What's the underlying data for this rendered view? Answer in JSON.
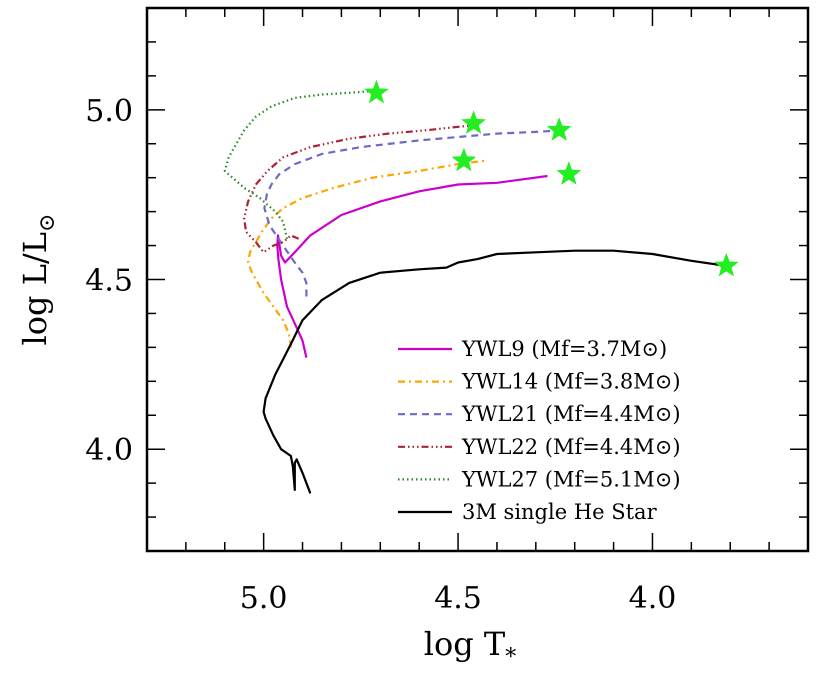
{
  "chart_data": {
    "type": "line",
    "xlabel": "log T",
    "xlabel_sub": "*",
    "ylabel": "log L/L",
    "ylabel_sub": "⊙",
    "xlim": [
      5.3,
      3.6
    ],
    "ylim": [
      3.7,
      5.3
    ],
    "x_ticks": [
      {
        "value": 5.0,
        "label": "5.0"
      },
      {
        "value": 4.5,
        "label": "4.5"
      },
      {
        "value": 4.0,
        "label": "4.0"
      }
    ],
    "y_ticks": [
      {
        "value": 4.0,
        "label": "4.0"
      },
      {
        "value": 4.5,
        "label": "4.5"
      },
      {
        "value": 5.0,
        "label": "5.0"
      }
    ],
    "x_minor_step": 0.1,
    "y_minor_step": 0.1,
    "grid": false,
    "legend_position": "bottom-right",
    "series": [
      {
        "name": "YWL9",
        "mass_label": "(Mf=3.7M⊙)",
        "color": "#cc00cc",
        "dash": "solid",
        "x": [
          4.89,
          4.9,
          4.92,
          4.94,
          4.955,
          4.962,
          4.965,
          4.963,
          4.955,
          4.945,
          4.92,
          4.88,
          4.8,
          4.7,
          4.6,
          4.5,
          4.4,
          4.27
        ],
        "y": [
          4.27,
          4.32,
          4.37,
          4.42,
          4.5,
          4.56,
          4.6,
          4.63,
          4.57,
          4.55,
          4.58,
          4.63,
          4.69,
          4.73,
          4.76,
          4.78,
          4.785,
          4.805
        ]
      },
      {
        "name": "YWL14",
        "mass_label": "(Mf=3.8M⊙)",
        "color": "#ffa500",
        "dash": "7 4 2 4",
        "x": [
          4.93,
          4.935,
          4.95,
          4.975,
          5.0,
          5.03,
          5.04,
          5.035,
          5.02,
          5.005,
          4.98,
          4.95,
          4.9,
          4.82,
          4.72,
          4.6,
          4.5,
          4.43
        ],
        "y": [
          4.3,
          4.34,
          4.38,
          4.42,
          4.46,
          4.52,
          4.55,
          4.58,
          4.61,
          4.64,
          4.68,
          4.71,
          4.74,
          4.77,
          4.8,
          4.82,
          4.84,
          4.85
        ]
      },
      {
        "name": "YWL21",
        "mass_label": "(Mf=4.4M⊙)",
        "color": "#6b6bc4",
        "dash": "7 5",
        "x": [
          4.89,
          4.89,
          4.9,
          4.92,
          4.95,
          4.985,
          4.998,
          4.992,
          4.98,
          4.96,
          4.92,
          4.85,
          4.75,
          4.6,
          4.5,
          4.4,
          4.3,
          4.23
        ],
        "y": [
          4.45,
          4.49,
          4.52,
          4.55,
          4.6,
          4.66,
          4.71,
          4.75,
          4.78,
          4.81,
          4.84,
          4.87,
          4.89,
          4.91,
          4.92,
          4.93,
          4.935,
          4.94
        ]
      },
      {
        "name": "YWL22",
        "mass_label": "(Mf=4.4M⊙)",
        "color": "#aa2233",
        "dash": "7 3 1.5 3 1.5 3 1.5 3",
        "x": [
          4.91,
          4.93,
          4.95,
          4.975,
          5.0,
          5.02,
          5.045,
          5.05,
          5.04,
          5.02,
          4.99,
          4.95,
          4.88,
          4.78,
          4.68,
          4.58,
          4.5,
          4.45
        ],
        "y": [
          4.62,
          4.63,
          4.61,
          4.6,
          4.58,
          4.61,
          4.64,
          4.68,
          4.73,
          4.78,
          4.82,
          4.86,
          4.89,
          4.915,
          4.93,
          4.94,
          4.95,
          4.955
        ]
      },
      {
        "name": "YWL27",
        "mass_label": "(Mf=5.1M⊙)",
        "color": "#228b22",
        "dash": "1.5 3",
        "x": [
          4.94,
          4.95,
          4.97,
          4.99,
          5.01,
          5.05,
          5.08,
          5.1,
          5.09,
          5.07,
          5.05,
          5.02,
          4.98,
          4.92,
          4.85,
          4.78,
          4.72
        ],
        "y": [
          4.62,
          4.67,
          4.7,
          4.72,
          4.74,
          4.77,
          4.8,
          4.82,
          4.86,
          4.9,
          4.94,
          4.98,
          5.01,
          5.035,
          5.045,
          5.05,
          5.055
        ]
      },
      {
        "name": "3M single He Star",
        "mass_label": "",
        "color": "#000000",
        "dash": "solid",
        "x": [
          4.88,
          4.9,
          4.915,
          4.92,
          4.92,
          4.925,
          4.93,
          4.955,
          4.975,
          4.995,
          5.0,
          4.995,
          4.97,
          4.93,
          4.9,
          4.85,
          4.78,
          4.7,
          4.6,
          4.53,
          4.5,
          4.45,
          4.4,
          4.3,
          4.2,
          4.1,
          4.0,
          3.9,
          3.81
        ],
        "y": [
          3.87,
          3.93,
          3.97,
          3.96,
          3.88,
          3.95,
          3.98,
          4.0,
          4.04,
          4.09,
          4.11,
          4.15,
          4.22,
          4.31,
          4.38,
          4.44,
          4.49,
          4.52,
          4.53,
          4.535,
          4.55,
          4.56,
          4.575,
          4.58,
          4.585,
          4.585,
          4.575,
          4.555,
          4.54
        ]
      }
    ],
    "markers": [
      {
        "symbol": "star",
        "color": "#22ee22",
        "x": 4.71,
        "y": 5.05
      },
      {
        "symbol": "star",
        "color": "#22ee22",
        "x": 4.46,
        "y": 4.96
      },
      {
        "symbol": "star",
        "color": "#22ee22",
        "x": 4.24,
        "y": 4.94
      },
      {
        "symbol": "star",
        "color": "#22ee22",
        "x": 4.485,
        "y": 4.85
      },
      {
        "symbol": "star",
        "color": "#22ee22",
        "x": 4.215,
        "y": 4.81
      },
      {
        "symbol": "star",
        "color": "#22ee22",
        "x": 3.81,
        "y": 4.54
      }
    ]
  }
}
